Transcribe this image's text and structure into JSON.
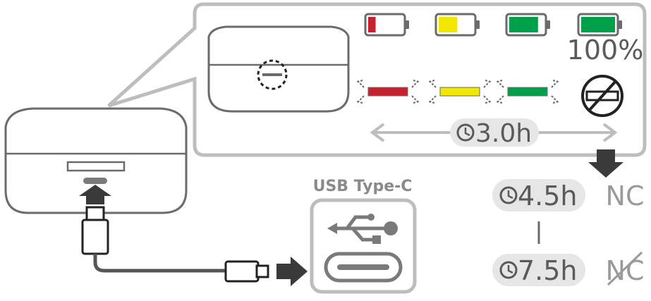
{
  "title": "",
  "charging_time": "3.0h",
  "full_label": "100%",
  "port_label": "USB Type-C",
  "battery_levels": [
    {
      "name": "low",
      "fill": 0.22,
      "color": "#c8202d"
    },
    {
      "name": "mid",
      "fill": 0.55,
      "color": "#f3e600"
    },
    {
      "name": "high",
      "fill": 0.85,
      "color": "#00a04a"
    },
    {
      "name": "full",
      "fill": 1.0,
      "color": "#00a04a"
    }
  ],
  "led_states": [
    {
      "name": "red-blinking",
      "color": "#c8202d"
    },
    {
      "name": "yellow-blinking",
      "color": "#f3e600"
    },
    {
      "name": "green-blinking",
      "color": "#00a04a"
    },
    {
      "name": "off",
      "icon": "led-off-icon"
    }
  ],
  "usage": [
    {
      "time": "4.5h",
      "mode": "NC",
      "mode_enabled": true
    },
    {
      "time": "7.5h",
      "mode": "NC",
      "mode_enabled": false
    }
  ],
  "colors": {
    "outline": "#6b6b6b",
    "panel_border": "#bdbdbd",
    "pill": "#e6e6e6",
    "arrow": "#3a3a3a"
  },
  "icons": {
    "clock": "clock-icon",
    "usb": "usb-symbol-icon",
    "port": "usb-c-port-icon",
    "arrow_down": "arrow-down-icon",
    "arrow_right": "arrow-right-icon",
    "arrow_up": "arrow-up-icon"
  }
}
